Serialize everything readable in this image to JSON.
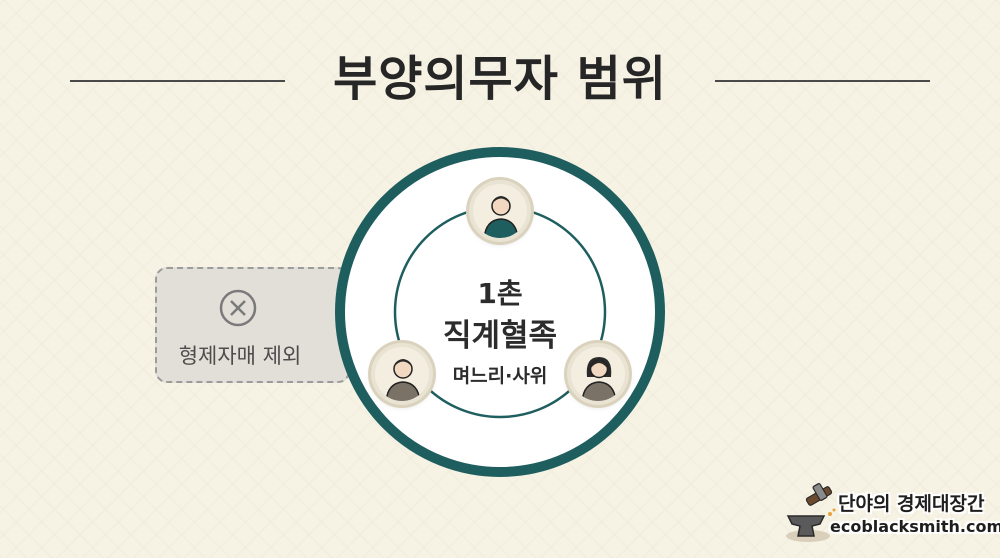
{
  "title": "부양의무자 범위",
  "excluded": {
    "label": "형제자매 제외",
    "icon": "circle-x-icon"
  },
  "center": {
    "line1": "1촌",
    "line2": "직계혈족",
    "line3": "며느리·사위"
  },
  "people": [
    {
      "icon": "person-teal-icon"
    },
    {
      "icon": "person-gray-icon"
    },
    {
      "icon": "person-gray-female-icon"
    }
  ],
  "watermark": {
    "name": "단야의 경제대장간",
    "url": "ecoblacksmith.com",
    "icon": "anvil-hammer-icon"
  },
  "colors": {
    "ring": "#1f5e5f",
    "background": "#f6f2e4",
    "title": "#262626"
  }
}
